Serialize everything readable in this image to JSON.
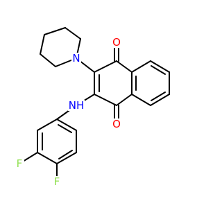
{
  "colors": {
    "background": "#ffffff",
    "bond": "#000000",
    "oxygen": "#ff0000",
    "nitrogen": "#0000ff",
    "fluorine": "#90e050"
  },
  "atoms": {
    "O_top": "O",
    "O_bottom": "O",
    "N_piperidine": "N",
    "NH_amine": "NH",
    "F_left": "F",
    "F_right": "F"
  }
}
